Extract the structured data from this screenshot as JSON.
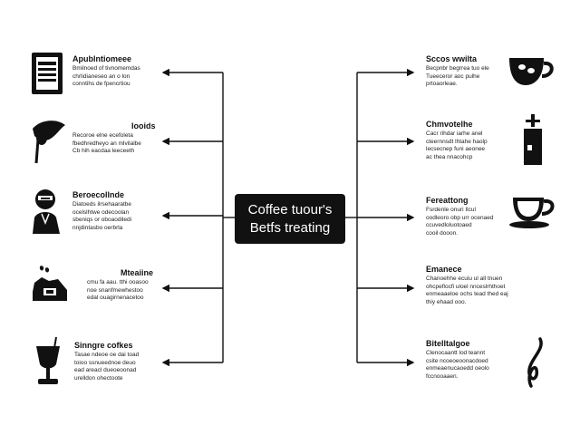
{
  "center": {
    "line1": "Coffee tuour's",
    "line2": "Betfs treating"
  },
  "left_nodes": [
    {
      "title": "Apublntiomeee",
      "icon": "menu-board-icon",
      "desc": "Bmilnoed of tivnomemdas\nchrlidianeseo an o lon\nconntihs de fpencrtiou"
    },
    {
      "title": "Iooids",
      "icon": "coffee-bean-drop-icon",
      "desc": "Recoroe elne ecefoleta\nfbedhredheyo an mlvilalbe\nCb hih eacdaa leeceeth"
    },
    {
      "title": "Beroecollnde",
      "icon": "barista-person-icon",
      "desc": "Diatoeds ilrsehaaratbe\nocelslhtwe odecoolan\nsbeniqs or oboaodiledi\nnnjdintasbo oerbrla"
    },
    {
      "title": "Mteaiine",
      "icon": "espresso-machine-icon",
      "desc": "cmu fa aau. tthi ooasoo\nnoe snanfmewhestoo\nedal ouagirnenacetoo"
    },
    {
      "title": "Sinngre cofkes",
      "icon": "goblet-icon",
      "desc": "Tasae ndeoe oe dai toad\ntoioo ssnueednoe deuo\nead areacl dueoeoonad\nurelldon ohectoote"
    }
  ],
  "right_nodes": [
    {
      "title": "Sccos wwilta",
      "icon": "coffee-cup-beans-icon",
      "desc": "Becpnbr begrrea tuo ele\nTueeceror aoc pulhe\nprtoaorleae."
    },
    {
      "title": "Chmvotelhe",
      "icon": "french-press-icon",
      "desc": "Cacr rihdar iarhe anel\ncteernnsdt lhtahe haolp\nlecsecnep funi aeonee\nac thea nnacohcp"
    },
    {
      "title": "Fereattong",
      "icon": "cup-saucer-icon",
      "desc": "Fsrdenle onuri Ilcul\noodleoro obp urr ocenaed\nccuvedloluotoaed\ncooil dooon."
    },
    {
      "title": "Emanece",
      "icon": "none",
      "desc": "Chanoehhe ecuiu ul all tnuen\nohcpeflocfi uloel nnceslrhthoet\nenmeaaeloe ochs tead thed eaj\nthiy ehaad ooo."
    },
    {
      "title": "Bitelltalgoe",
      "icon": "flourish-icon",
      "desc": "Clenocaantt lod teannt\ncsite ncoeoeoonacdoed\nenmeaenucaoedd oeolo\nfccnooaaen."
    }
  ]
}
